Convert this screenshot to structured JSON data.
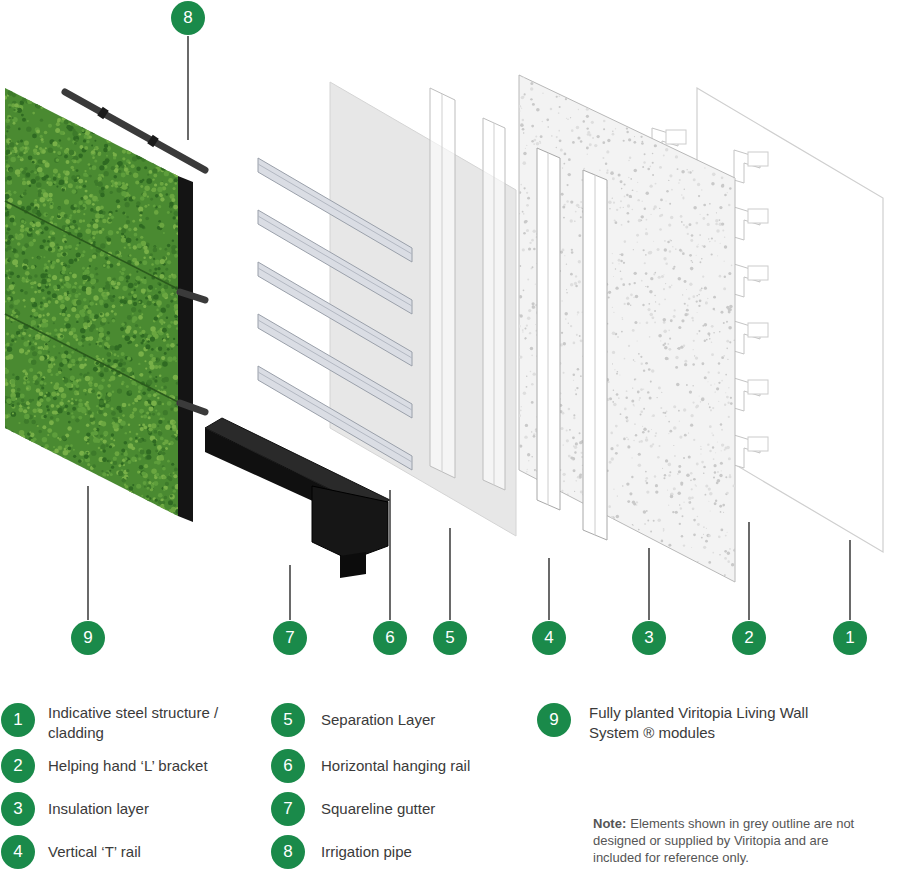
{
  "diagram": {
    "nodes": [
      {
        "text": [
          "8"
        ]
      },
      {
        "text": [
          "9"
        ]
      },
      {
        "text": [
          "7"
        ]
      },
      {
        "text": [
          "6"
        ]
      },
      {
        "text": [
          "5"
        ]
      },
      {
        "text": [
          "4"
        ]
      },
      {
        "text": [
          "3"
        ]
      },
      {
        "text": [
          "2"
        ]
      },
      {
        "text": [
          "1"
        ]
      },
      {
        "text": [
          "1"
        ]
      },
      {
        "text": [
          "2"
        ]
      },
      {
        "text": [
          "3"
        ]
      },
      {
        "text": [
          "4"
        ]
      },
      {
        "text": [
          "5"
        ]
      },
      {
        "text": [
          "6"
        ]
      },
      {
        "text": [
          "7"
        ]
      },
      {
        "text": [
          "8"
        ]
      },
      {
        "text": [
          "9"
        ]
      }
    ],
    "labels": [
      "Indicative steel structure / cladding",
      "Helping hand ‘L’ bracket",
      "Insulation layer",
      "Vertical ‘T’ rail",
      "Separation Layer",
      "Horizontal hanging rail",
      "Squareline gutter",
      "Irrigation pipe",
      "Fully planted Viritopia Living Wall System ® modules",
      "Note:",
      "Elements shown in grey outline are not designed or supplied by Viritopia and are included for reference only."
    ]
  }
}
